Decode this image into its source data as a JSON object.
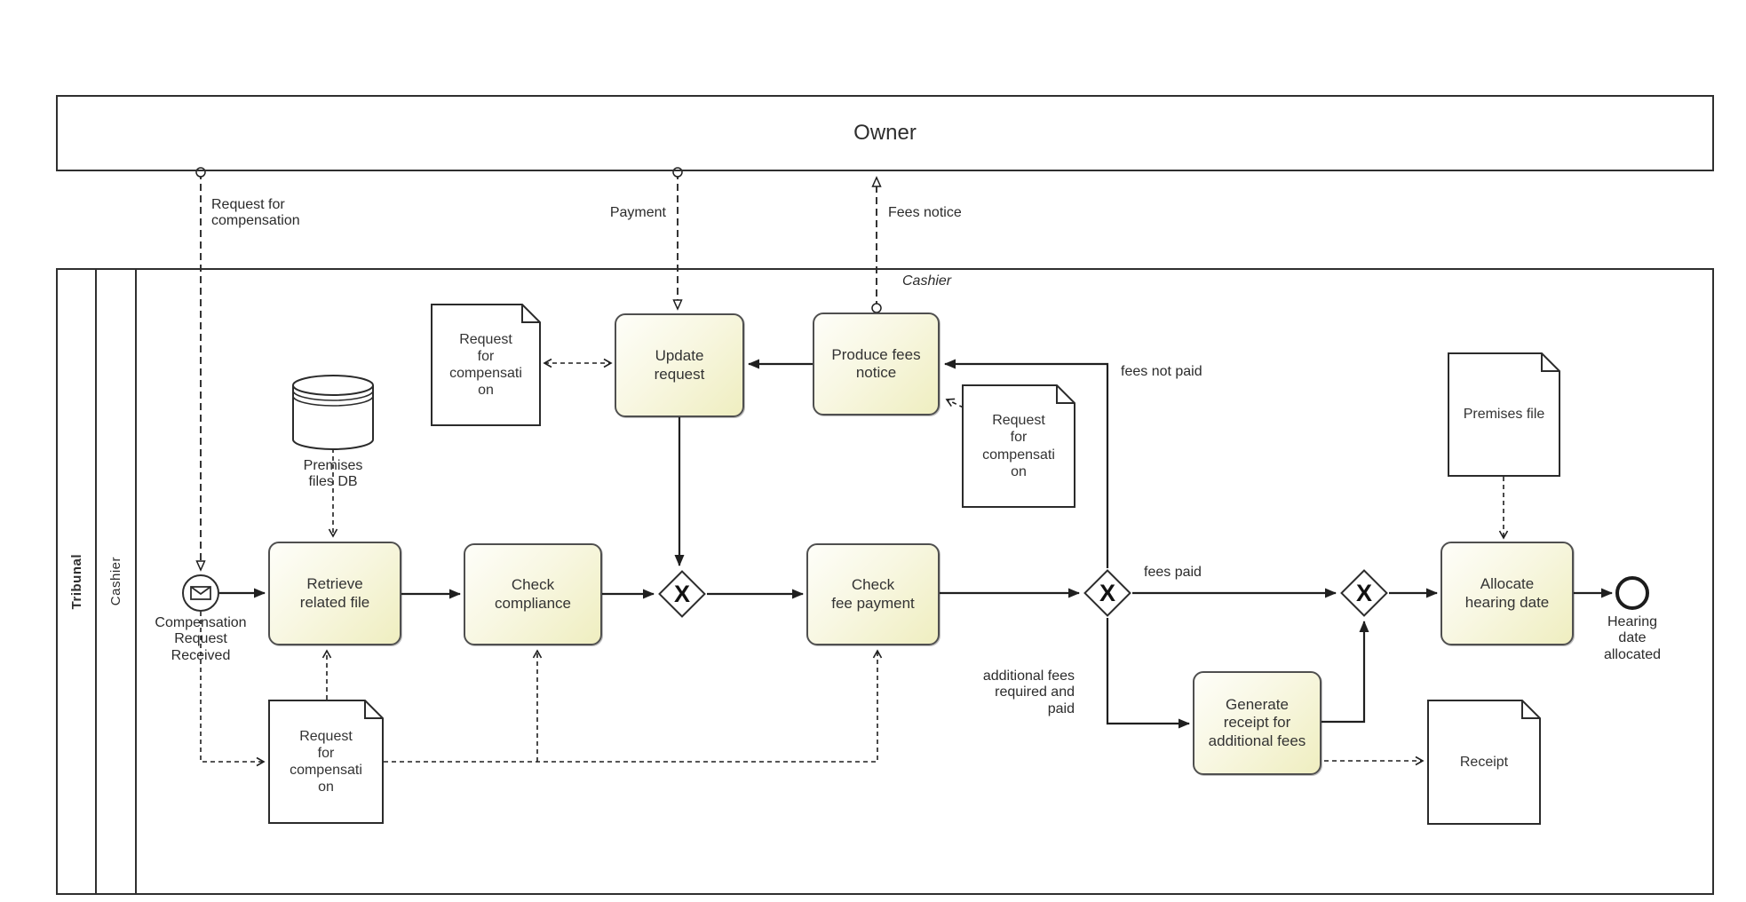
{
  "diagram": {
    "owner_pool": {
      "label": "Owner"
    },
    "tribunal_pool": {
      "label": "Tribunal",
      "lane": "Cashier",
      "lane_watermark": "Cashier"
    },
    "message_flows": {
      "request_for_compensation": "Request for\ncompensation",
      "payment": "Payment",
      "fees_notice": "Fees notice"
    },
    "events": {
      "start": "Compensation\nRequest\nReceived",
      "end": "Hearing\ndate\nallocated"
    },
    "tasks": {
      "retrieve_related_file": "Retrieve\nrelated file",
      "check_compliance": "Check\ncompliance",
      "check_fee_payment": "Check\nfee payment",
      "update_request": "Update\nrequest",
      "produce_fees_notice": "Produce fees\nnotice",
      "generate_receipt": "Generate\nreceipt for\nadditional fees",
      "allocate_hearing_date": "Allocate\nhearing date"
    },
    "gateways": {
      "symbol": "X"
    },
    "data_objects": {
      "request_doc_top": "Request\nfor\ncompensati\non",
      "request_doc_right": "Request\nfor\ncompensati\non",
      "request_doc_bottom": "Request\nfor\ncompensati\non",
      "premises_file": "Premises file",
      "receipt": "Receipt"
    },
    "data_store": {
      "premises_db": "Premises\nfiles DB"
    },
    "flow_labels": {
      "fees_not_paid": "fees not paid",
      "fees_paid": "fees paid",
      "additional_fees": "additional fees\nrequired and\npaid"
    },
    "colors": {
      "task_fill_light": "#fefef9",
      "task_fill_dark": "#efeec0",
      "line": "#1f1f1f",
      "watermark": "#c6c6c6"
    }
  }
}
